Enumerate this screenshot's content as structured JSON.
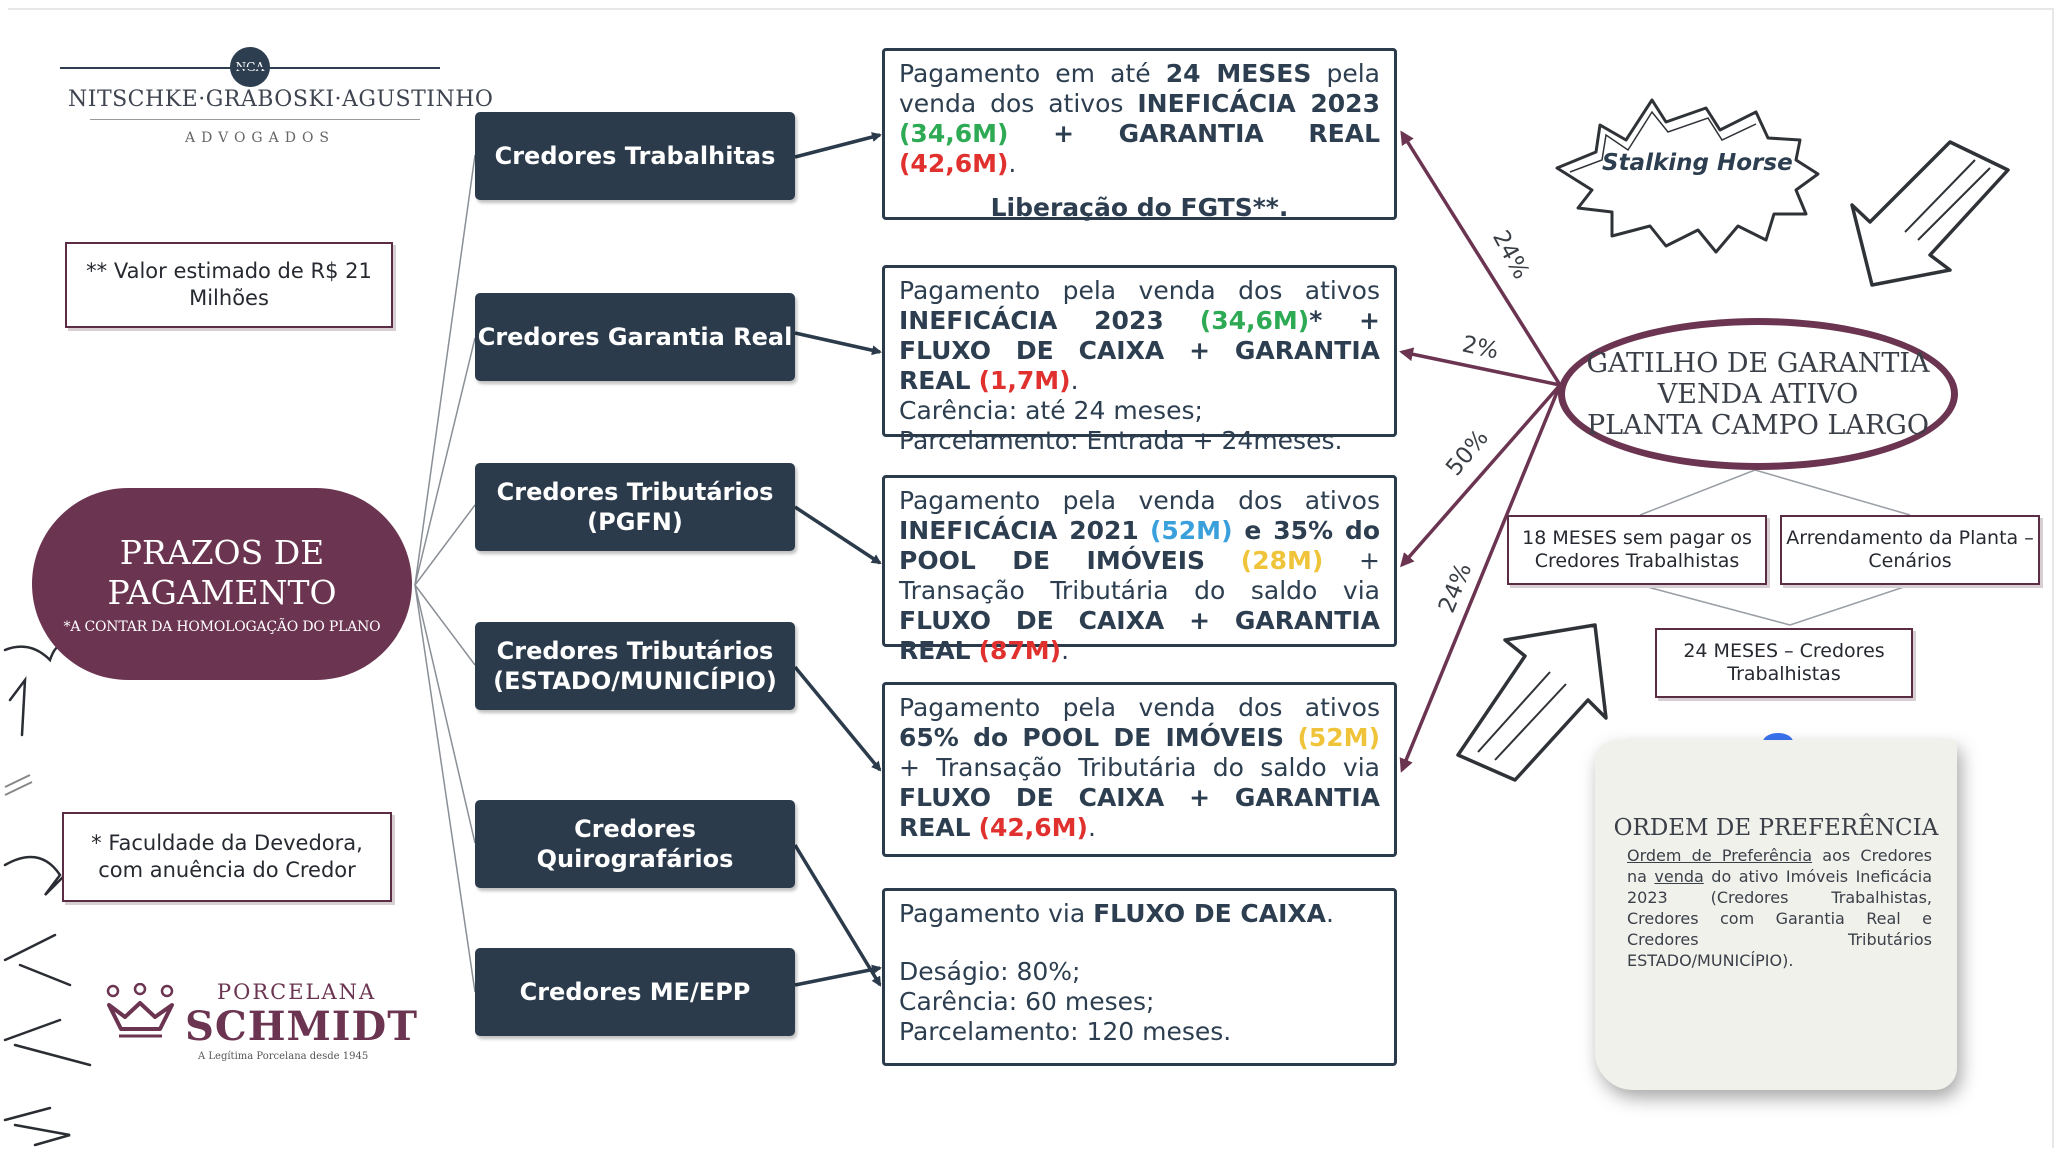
{
  "logo": {
    "monogram": "NGA",
    "name": "NITSCHKE·GRABOSKI·AGUSTINHO",
    "subtitle": "ADVOGADOS"
  },
  "notes": {
    "valor_estimado": "** Valor estimado de R$ 21 Milhões",
    "faculdade": "* Faculdade da Devedora, com anuência do Credor"
  },
  "prazos": {
    "title": "PRAZOS DE\nPAGAMENTO",
    "subtitle": "*A CONTAR DA HOMOLOGAÇÃO DO PLANO"
  },
  "creditors": [
    {
      "label": "Credores Trabalhitas"
    },
    {
      "label": "Credores Garantia Real"
    },
    {
      "label": "Credores Tributários\n(PGFN)"
    },
    {
      "label": "Credores Tributários\n(ESTADO/MUNICÍPIO)"
    },
    {
      "label": "Credores Quirografários"
    },
    {
      "label": "Credores ME/EPP"
    }
  ],
  "payments": {
    "trab": {
      "t1": "Pagamento em até ",
      "t2": "24 MESES",
      "t3": " pela venda dos ativos ",
      "t4": "INEFICÁCIA 2023",
      "v1": "(34,6M)",
      "t5": " + ",
      "t6": "GARANTIA REAL",
      "v2": "(42,6M)",
      "t7": ".",
      "t8": "Liberação do FGTS**."
    },
    "garantia": {
      "t1": "Pagamento pela venda dos ativos ",
      "t2": "INEFICÁCIA 2023",
      "v1": "(34,6M)",
      "t3": "* + ",
      "t4": "FLUXO DE CAIXA",
      "t5": " + ",
      "t6": "GARANTIA REAL",
      "v2": "(1,7M)",
      "t7": ".",
      "t8": "Carência: até 24 meses;",
      "t9": "Parcelamento: Entrada + 24meses."
    },
    "pgfn": {
      "t1": "Pagamento pela venda dos ativos ",
      "t2": "INEFICÁCIA 2021",
      "v1": "(52M)",
      "t3": " e 35% do ",
      "t4": "POOL DE IMÓVEIS",
      "v2": "(28M)",
      "t5": " + Transação Tributária do saldo via ",
      "t6": "FLUXO DE CAIXA",
      "t7": " + ",
      "t8": "GARANTIA REAL",
      "v3": "(87M)",
      "t9": "."
    },
    "estado": {
      "t1": "Pagamento pela venda dos ativos ",
      "t2": "65% do POOL DE IMÓVEIS",
      "v1": "(52M)",
      "t3": " + Transação Tributária do saldo via ",
      "t4": "FLUXO DE CAIXA",
      "t5": " + ",
      "t6": "GARANTIA REAL",
      "v2": "(42,6M)",
      "t7": "."
    },
    "quiro": {
      "t1": "Pagamento via ",
      "t2": "FLUXO DE CAIXA",
      "t3": ".",
      "t4": "Deságio: 80%;",
      "t5": "Carência: 60 meses;",
      "t6": "Parcelamento: 120 meses."
    }
  },
  "percentages": [
    "24%",
    "2%",
    "50%",
    "24%"
  ],
  "stalking_horse": "Stalking Horse",
  "gatilho": "GATILHO DE GARANTIA\nVENDA ATIVO\nPLANTA CAMPO LARGO",
  "scenarios": {
    "s1": "18 MESES sem pagar os\nCredores Trabalhistas",
    "s2": "Arrendamento da Planta –\nCenários",
    "s3": "24 MESES – Credores\nTrabalhistas"
  },
  "ordem": {
    "title": "ORDEM DE PREFERÊNCIA",
    "u1": "Ordem de Preferência",
    "t1": " aos Credores na ",
    "u2": "venda",
    "t2": " do ativo Imóveis Ineficácia 2023 (Credores Trabalhistas, Credores com Garantia Real e Credores Tributários ESTADO/MUNICÍPIO)."
  },
  "schmidt": {
    "line1": "PORCELANA",
    "line2": "SCHMIDT",
    "line3": "A Legítima Porcelana desde 1945"
  },
  "colors": {
    "navy": "#2b3b4b",
    "burgundy": "#6b3450",
    "green": "#2eaa55",
    "red": "#e0312e",
    "blue": "#3aa0dc",
    "yellow": "#f0c43a"
  }
}
